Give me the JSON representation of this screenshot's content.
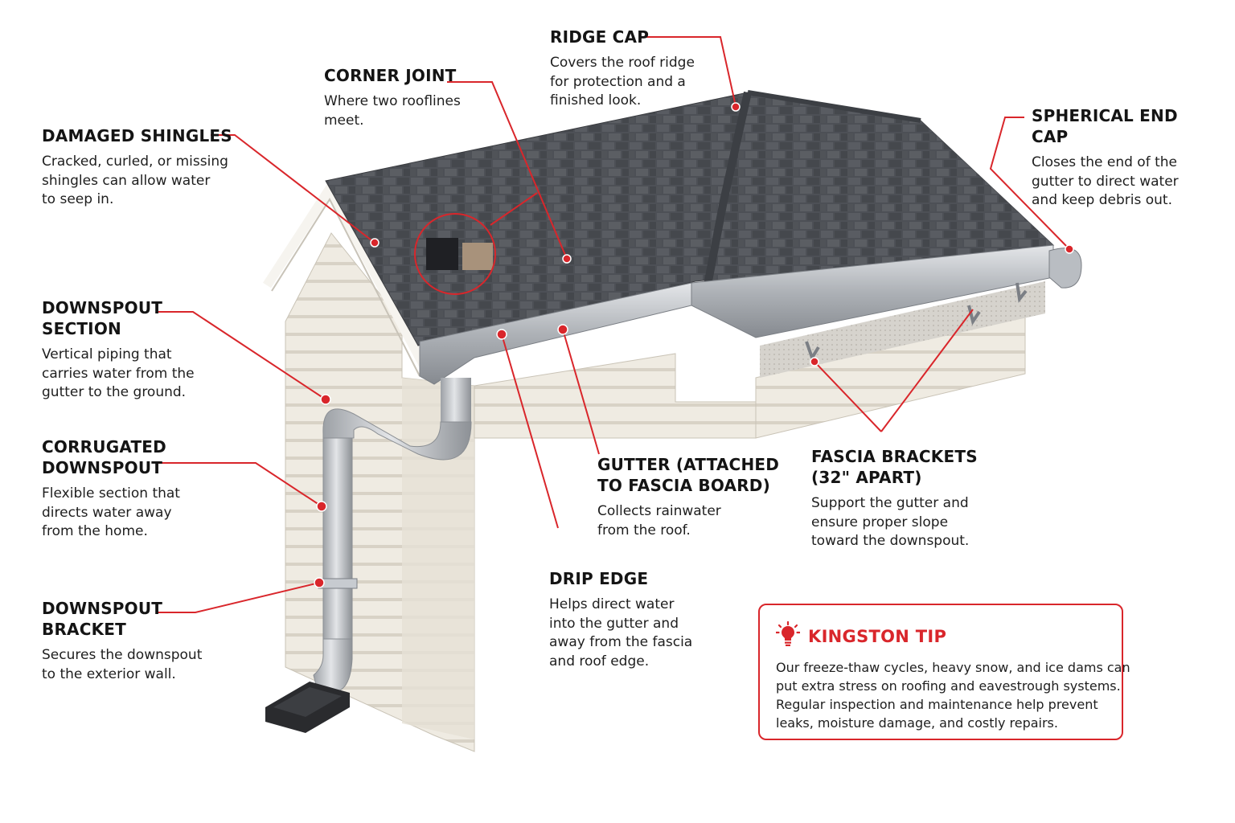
{
  "callouts": {
    "ridge_cap": {
      "title": [
        "RIDGE CAP"
      ],
      "desc": [
        "Covers the roof ridge",
        "for protection and a",
        "finished look."
      ]
    },
    "corner_joint": {
      "title": [
        "CORNER JOINT"
      ],
      "desc": [
        "Where two rooflines",
        "meet."
      ]
    },
    "damaged_shingles": {
      "title": [
        "DAMAGED SHINGLES"
      ],
      "desc": [
        "Cracked, curled, or missing",
        "shingles can allow water",
        "to seep in."
      ]
    },
    "spherical_end_cap": {
      "title": [
        "SPHERICAL END CAP"
      ],
      "desc": [
        "Closes the end of the",
        "gutter to direct water",
        "and keep debris out."
      ]
    },
    "downspout_section": {
      "title": [
        "DOWNSPOUT",
        "SECTION"
      ],
      "desc": [
        "Vertical piping that",
        "carries water from the",
        "gutter to the ground."
      ]
    },
    "corrugated_downspout": {
      "title": [
        "CORRUGATED",
        "DOWNSPOUT"
      ],
      "desc": [
        "Flexible section that",
        "directs water away",
        "from the home."
      ]
    },
    "downspout_bracket": {
      "title": [
        "DOWNSPOUT",
        "BRACKET"
      ],
      "desc": [
        "Secures the downspout",
        "to the exterior wall."
      ]
    },
    "gutter": {
      "title": [
        "GUTTER (ATTACHED",
        "TO FASCIA BOARD)"
      ],
      "desc": [
        "Collects rainwater",
        "from the roof."
      ]
    },
    "fascia_brackets": {
      "title": [
        "FASCIA BRACKETS",
        "(32\" APART)"
      ],
      "desc": [
        "Support the gutter and",
        "ensure proper slope",
        "toward the downspout."
      ]
    },
    "drip_edge": {
      "title": [
        "DRIP EDGE"
      ],
      "desc": [
        "Helps direct water",
        "into the gutter and",
        "away from the fascia",
        "and roof edge."
      ]
    }
  },
  "tip": {
    "icon": "lightbulb-icon",
    "title": "KINGSTON TIP",
    "body": [
      "Our freeze-thaw cycles, heavy snow, and ice dams can",
      "put extra stress on roofing and eavestrough systems.",
      "Regular inspection and maintenance help prevent",
      "leaks, moisture damage, and costly repairs."
    ]
  },
  "colors": {
    "accent": "#d9262b",
    "shingle": "#4a4d52",
    "siding": "#ece8df",
    "metal": "#b9bdc2"
  }
}
